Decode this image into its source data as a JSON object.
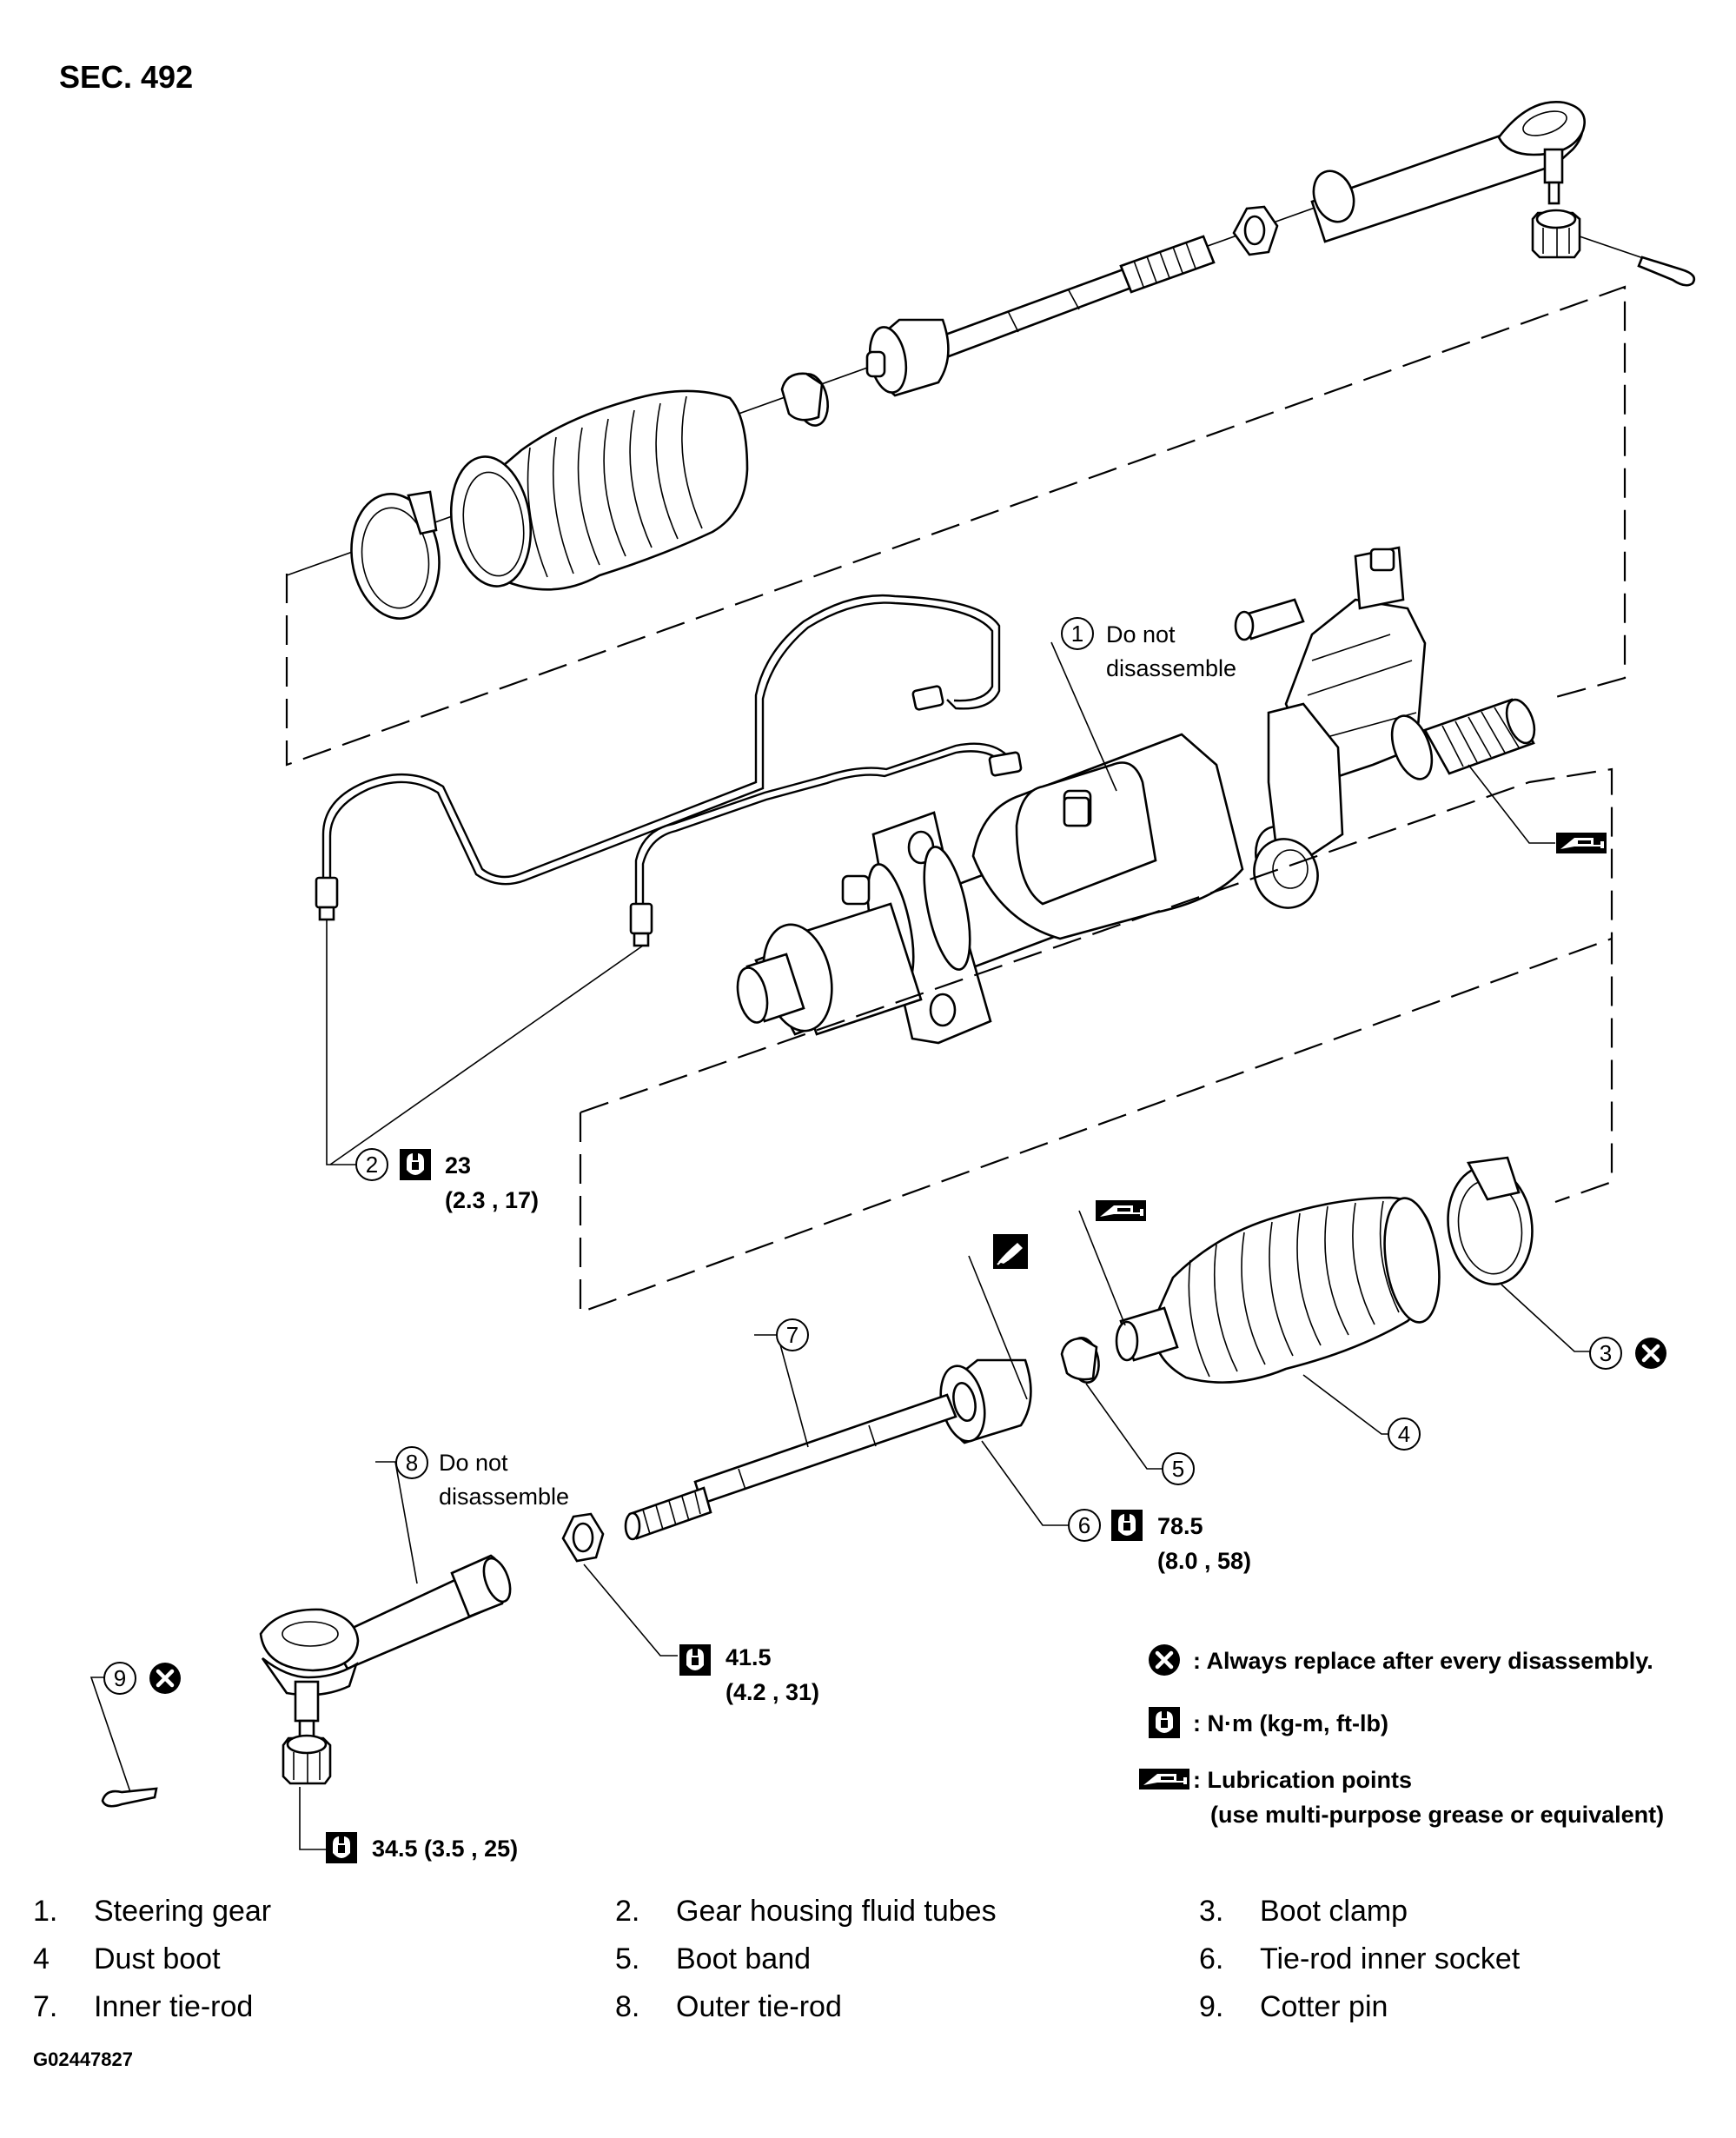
{
  "section_title": "SEC. 492",
  "figure_id": "G02447827",
  "callouts": {
    "c1": {
      "num": "1",
      "text1": "Do not",
      "text2": "disassemble"
    },
    "c2": {
      "num": "2",
      "torque": "23",
      "torque_sub": "(2.3 , 17)"
    },
    "c3": {
      "num": "3"
    },
    "c4": {
      "num": "4"
    },
    "c5": {
      "num": "5"
    },
    "c6": {
      "num": "6",
      "torque": "78.5",
      "torque_sub": "(8.0 , 58)"
    },
    "c7": {
      "num": "7"
    },
    "c8": {
      "num": "8",
      "text1": "Do not",
      "text2": "disassemble"
    },
    "c9": {
      "num": "9"
    },
    "nut_torque": {
      "value": "41.5",
      "sub": "(4.2 , 31)"
    },
    "castle_torque": {
      "value": "34.5 (3.5 , 25)"
    }
  },
  "legend": {
    "replace": ": Always replace after every disassembly.",
    "torque": ": N·m (kg-m, ft-lb)",
    "lube": ": Lubrication points",
    "lube_note": "(use multi-purpose grease or equivalent)"
  },
  "parts_list": [
    {
      "num": "1.",
      "name": "Steering gear"
    },
    {
      "num": "2.",
      "name": "Gear housing fluid tubes"
    },
    {
      "num": "3.",
      "name": "Boot clamp"
    },
    {
      "num": "4",
      "name": "Dust boot"
    },
    {
      "num": "5.",
      "name": "Boot band"
    },
    {
      "num": "6.",
      "name": "Tie-rod inner socket"
    },
    {
      "num": "7.",
      "name": "Inner tie-rod"
    },
    {
      "num": "8.",
      "name": "Outer tie-rod"
    },
    {
      "num": "9.",
      "name": "Cotter pin"
    }
  ],
  "icons": {
    "replace": "circled-x-icon",
    "torque": "torque-wrench-icon",
    "lube": "grease-gun-icon",
    "sealant": "sealant-icon"
  }
}
